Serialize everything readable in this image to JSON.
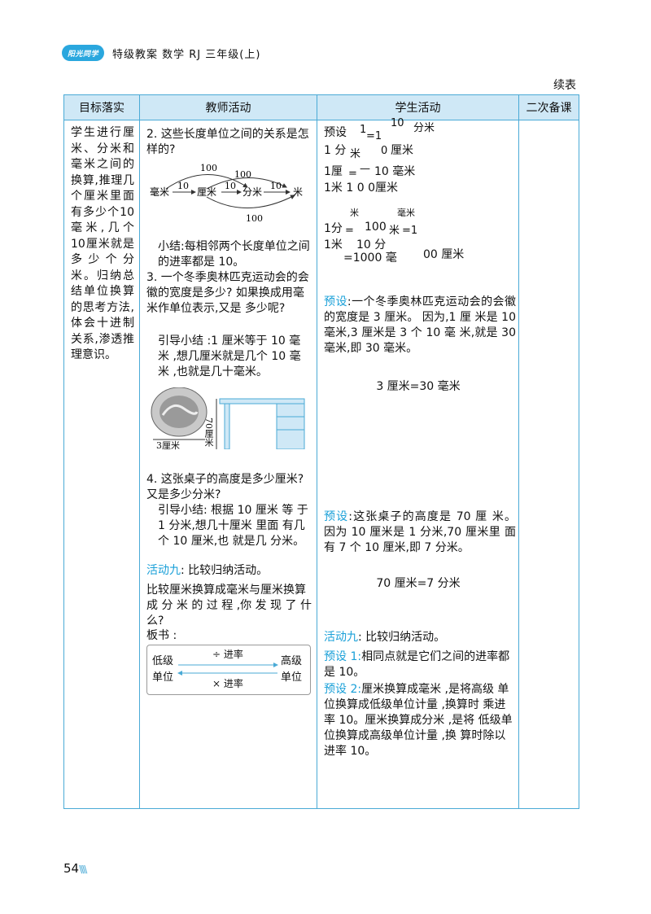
{
  "header": {
    "logo": "阳光同学",
    "series": "特级教案  数学  RJ 三年级(上)"
  },
  "continued": "续表",
  "table": {
    "headers": [
      "目标落实",
      "教师活动",
      "学生活动",
      "二次备课"
    ],
    "goal": "学生进行厘米、分米和毫米之间的换算,推理几个厘米里面有多少个10毫米,几个10厘米就是多少个分米。归纳总结单位换算的思考方法,体会十进制关系,渗透推理意识。",
    "teacher": {
      "q2": "2. 这些长度单位之间的关系是怎样的?",
      "diagram": {
        "top": "100",
        "mid": [
          "10",
          "10",
          "10"
        ],
        "units": [
          "毫米",
          "厘米",
          "分米",
          "米"
        ],
        "bottom": "100",
        "top2": "100"
      },
      "summary": "小结:每相邻两个长度单位之间的进率都是 10。",
      "q3": "3. 一个冬季奥林匹克运动会的会徽的宽度是多少? 如果换成用毫米作单位表示,又是 多少呢?",
      "guide3": "引导小结 :1 厘米等于 10 毫 米 ,想几厘米就是几个 10 毫 米 ,也就是几十毫米。",
      "label_3cm": "3厘米",
      "label_70cm": "70厘米",
      "q4": "4. 这张桌子的高度是多少厘米? 又是多少分米?",
      "guide4": "引导小结: 根据 10 厘米 等 于 1 分米,想几十厘米 里面 有几个 10 厘米,也 就是几 分米。",
      "act9_title": "活动九",
      "act9_text": ": 比较归纳活动。",
      "compare": "比较厘米换算成毫米与厘米换算成 分 米 的 过 程 ,你 发 现 了 什么?",
      "board_title": "板书 :",
      "board": {
        "top": "÷ 进率",
        "bottom": "× 进率",
        "left1": "低级",
        "left2": "单位",
        "right1": "高级",
        "right2": "单位"
      }
    },
    "student": {
      "pre1_label": "预设",
      "f1": "1",
      "f2": "=1",
      "f3": "10",
      "f4": "分米",
      "l2a": "1 分",
      "l2b": "米",
      "l2c": "0",
      "l2d": "厘米",
      "l3": "1厘",
      "l3b": "=",
      "l3c": "—",
      "l3d": "10 毫米",
      "l4": "1米   1 0 0厘米",
      "l5a": "米",
      "l5b": "毫米",
      "l6a": "1分",
      "l6b": "=",
      "l6c": "100",
      "l6d": "米",
      "l6e": "=1",
      "l7a": "1米",
      "l7b": "10 分",
      "l8a": "=1000 毫",
      "l8b": "00 厘米",
      "pre2_label": "预设",
      "pre2_text": ":一个冬季奥林匹克运动会的会徽的宽度是 3 厘米。 因为,1 厘 米是 10 毫米,3 厘米是 3 个 10 毫 米,就是 30 毫米,即 30 毫米。",
      "eq1": "3 厘米=30 毫米",
      "pre3_label": "预设",
      "pre3_text": ":这张桌子的高度是 70 厘 米。 因为 10 厘米是 1 分米,70 厘米里 面有 7 个 10 厘米,即 7 分米。",
      "eq2": "70 厘米=7 分米",
      "act9_label": "活动九",
      "act9_text": ": 比较归纳活动。",
      "pre4_label": "预设 1:",
      "pre4_text": "相同点就是它们之间的进率都是 10。",
      "pre5_label": "预设 2:",
      "pre5_text": "厘米换算成毫米 ,是将高级 单位换算成低级单位计量 ,换算时 乘进率 10。厘米换算成分米 ,是将 低级单位换算成高级单位计量 ,换 算时除以进率 10。"
    },
    "backup": ""
  },
  "footer": {
    "page": "54",
    "mark": "\\\\\\\\"
  },
  "colors": {
    "border": "#4aaad6",
    "header_bg": "#cfe8f6",
    "accent": "#1aa0d8"
  }
}
